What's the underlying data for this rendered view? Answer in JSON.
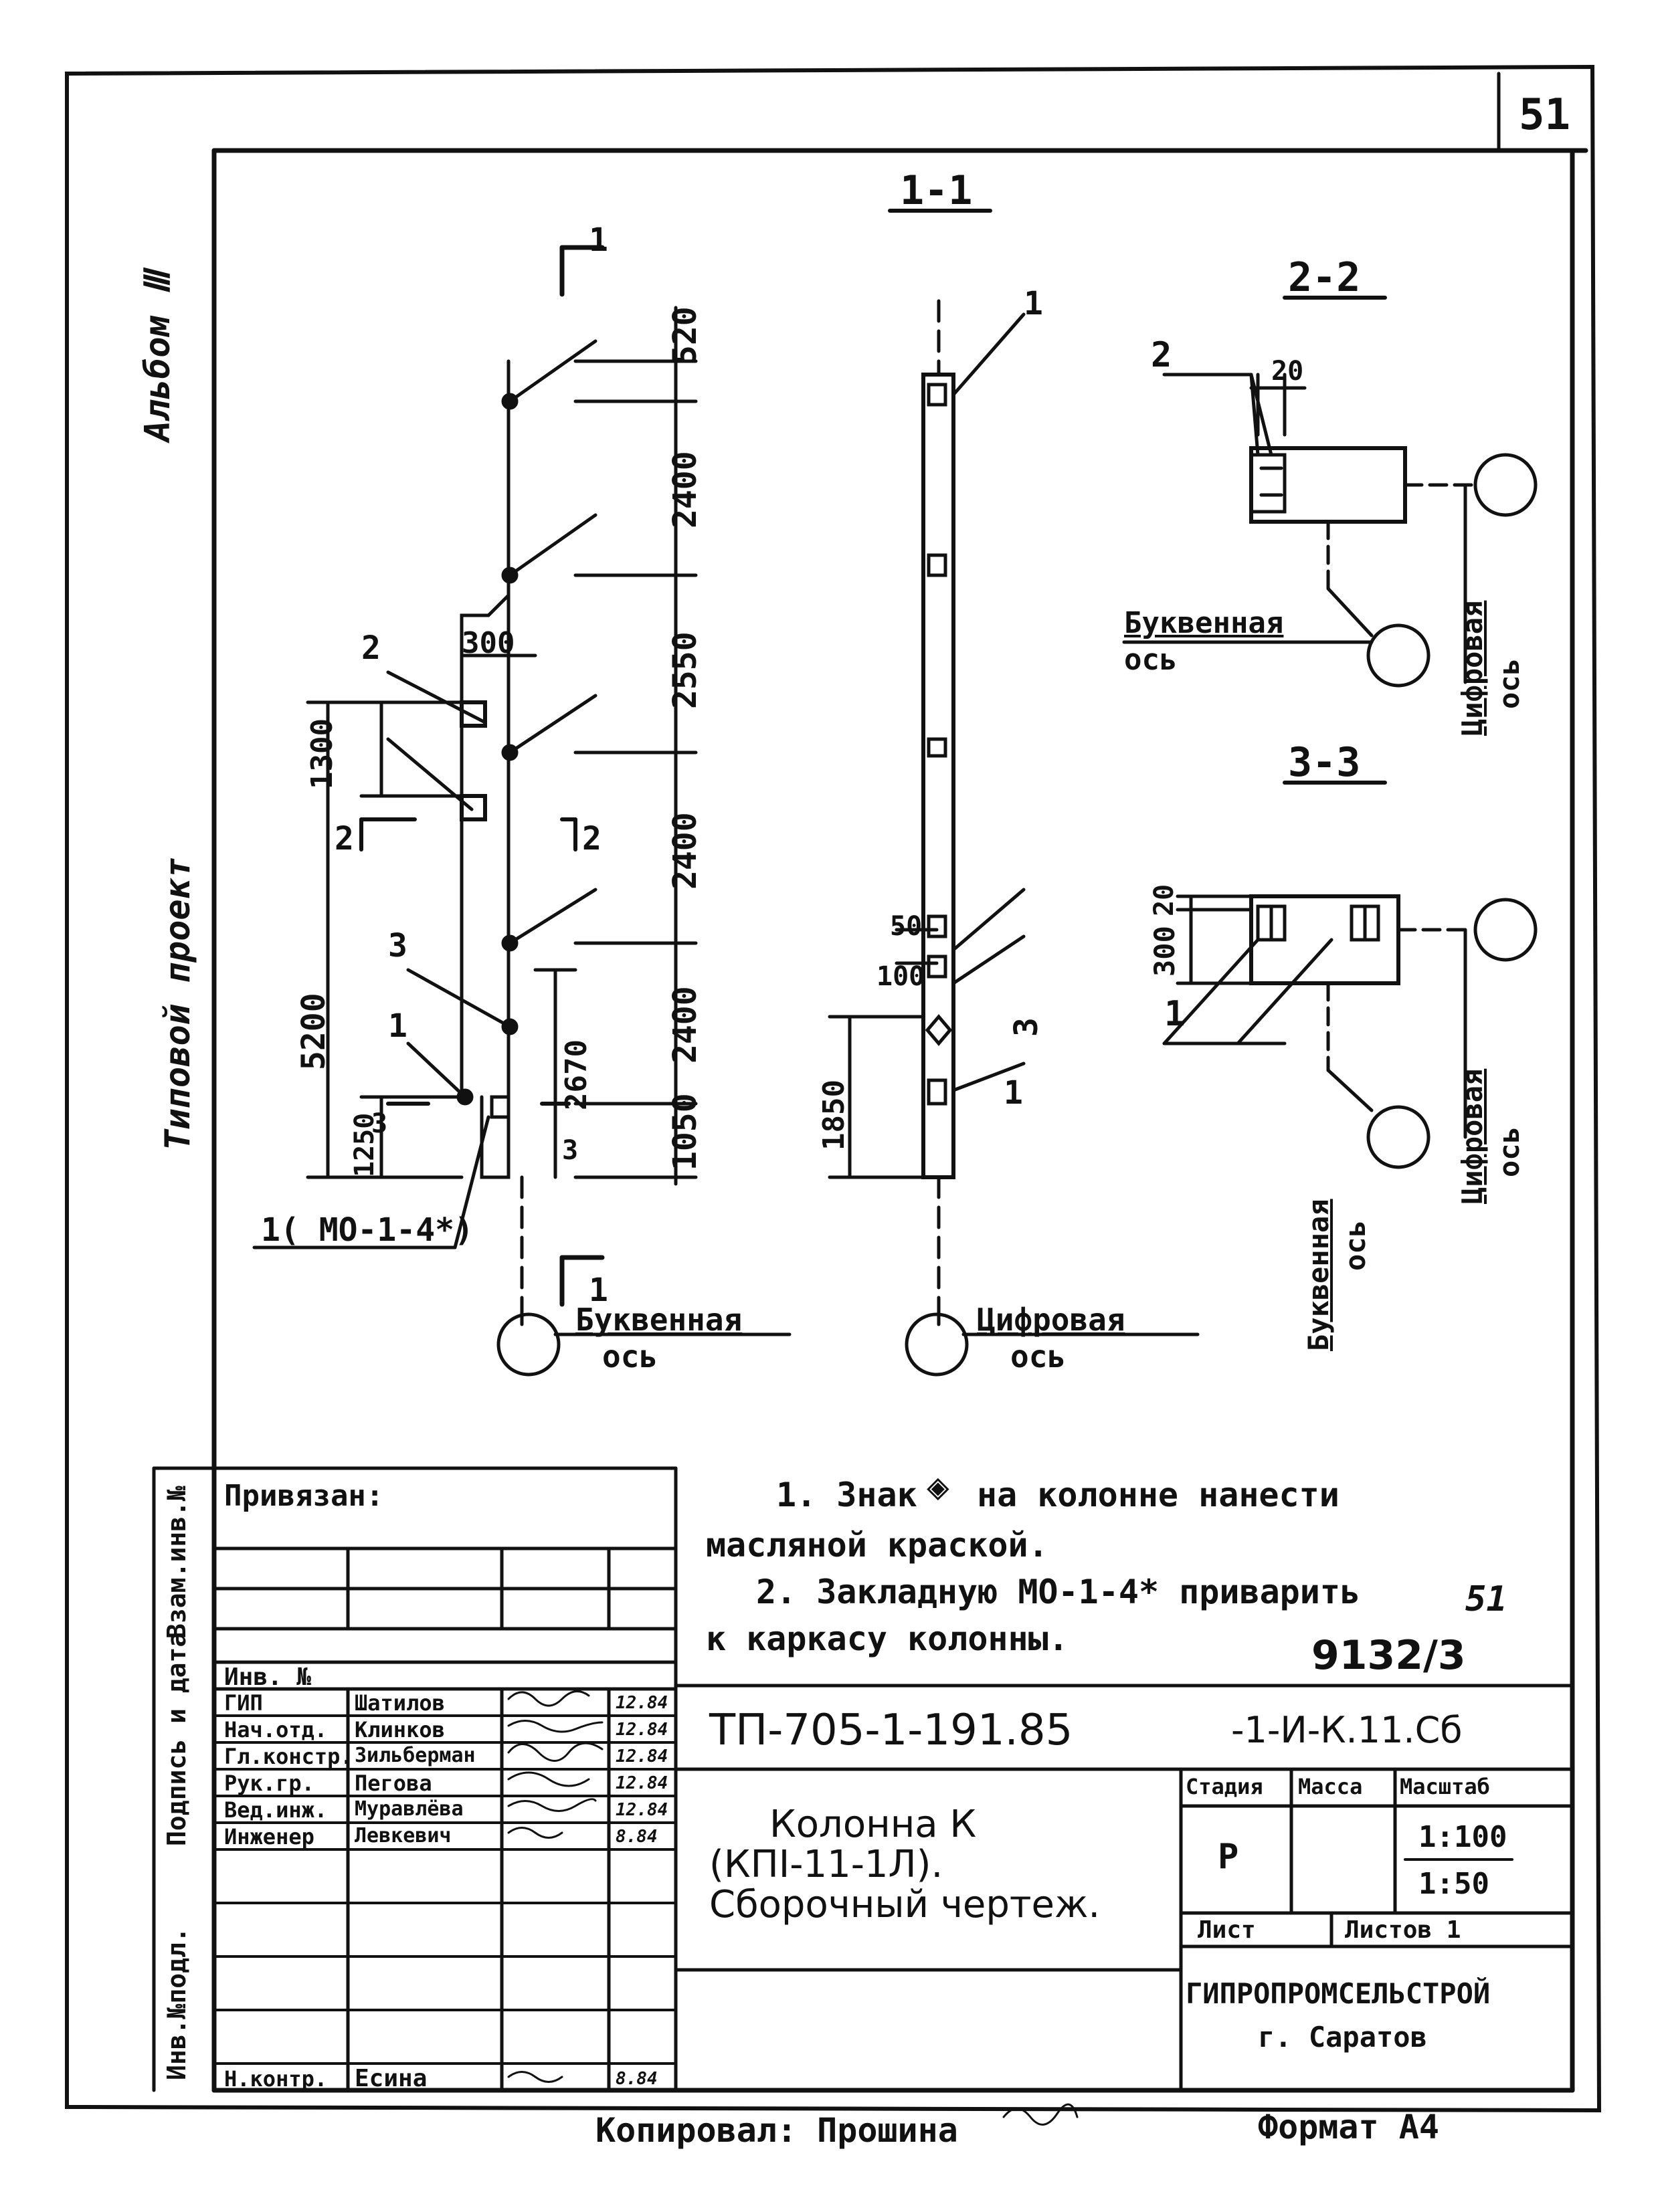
{
  "sheet_number": "51",
  "side_labels": {
    "album": "Альбом Ⅲ",
    "project_type": "Типовой проект",
    "side_columns": [
      "Инв.№подл.",
      "Подпись и дата",
      "Взам.инв.№"
    ]
  },
  "views": {
    "section_1_1": "1-1",
    "section_2_2": "2-2",
    "section_3_3": "3-3"
  },
  "dimensions": {
    "d520": "520",
    "d2400a": "2400",
    "d2550": "2550",
    "d2400b": "2400",
    "d2400c": "2400",
    "d1050": "1050",
    "d300": "300",
    "d1300": "1300",
    "d5200": "5200",
    "d1250": "1250",
    "d2670": "2670",
    "d1850": "1850",
    "d50": "50",
    "d100": "100",
    "d20a": "20",
    "d20b": "20",
    "d300b": "300"
  },
  "callouts": {
    "c1_top": "1",
    "c1_mid": "1",
    "c1_rt": "1",
    "c1_rt2": "1",
    "c2": "2",
    "c3": "3",
    "c3_rt": "3",
    "c2_22": "2",
    "c1_33": "1",
    "c1_mo": "1( МО-1-4*)",
    "sec_2_left": "2",
    "sec_2_right": "2",
    "sec_3_left": "3",
    "sec_3_right": "3",
    "sec_1_top": "1",
    "sec_1_bot": "1"
  },
  "axis_labels": {
    "letter_axis_1": "Буквенная",
    "letter_axis_1b": "ось",
    "digit_axis_1": "Цифровая",
    "digit_axis_1b": "ось",
    "letter_axis_2": "Буквенная",
    "letter_axis_2b": "ось",
    "digit_axis_2": "Цифровая",
    "digit_axis_2b": "ось",
    "letter_axis_3": "Буквенная",
    "letter_axis_3b": "ось",
    "digit_axis_3": "Цифровая",
    "digit_axis_3b": "ось"
  },
  "notes": {
    "n1a": "1. Знак",
    "n1b": "на колонне нанести",
    "n1c": "масляной краской.",
    "n2a": "2. Закладную МО-1-4* приварить",
    "n2b": "к каркасу колонны.",
    "n2c": "51",
    "ref": "9132/3"
  },
  "title_block": {
    "bound_label": "Привязан:",
    "inv_label": "Инв. №",
    "roles": [
      "ГИП",
      "Нач.отд.",
      "Гл.констр.",
      "Рук.гр.",
      "Вед.инж.",
      "Инженер"
    ],
    "names": [
      "Шатилов",
      "Клинков",
      "Зильберман",
      "Пегова",
      "Муравлёва",
      "Левкевич"
    ],
    "dates": [
      "12.84",
      "12.84",
      "12.84",
      "12.84",
      "12.84",
      "8.84"
    ],
    "nkontr_role": "Н.контр.",
    "nkontr_name": "Есина",
    "nkontr_date": "8.84",
    "code": "ТП-705-1-191.85",
    "code_suffix": "-1-И-К.11.Сб",
    "title_l1": "Колонна К",
    "title_l2": "(КПⅠ-11-1Л).",
    "title_l3": "Сборочный чертеж.",
    "stage_h": "Стадия",
    "mass_h": "Масса",
    "scale_h": "Масштаб",
    "stage": "Р",
    "scale1": "1:100",
    "scale2": "1:50",
    "sheet_h": "Лист",
    "sheets_h": "Листов 1",
    "org": "ГИПРОПРОМСЕЛЬСТРОЙ",
    "city": "г. Саратов"
  },
  "footer": {
    "copied": "Копировал: Прошина",
    "format": "Формат А4"
  }
}
